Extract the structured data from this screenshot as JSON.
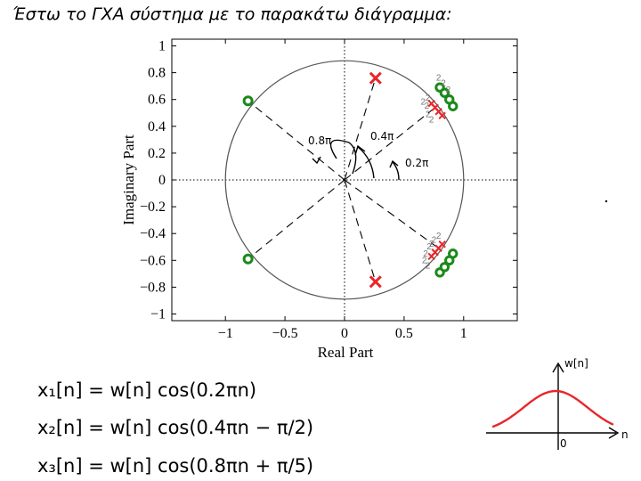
{
  "header_text": "Έστω το ΓΧΑ σύστημα με το παρακάτω διάγραμμα:",
  "pz_plot": {
    "xlabel": "Real Part",
    "ylabel": "Imaginary Part",
    "xlim": [
      -1.45,
      1.45
    ],
    "ylim": [
      -1.05,
      1.05
    ],
    "xticks": [
      -1,
      -0.5,
      0,
      0.5,
      1
    ],
    "xtick_labels": [
      "−1",
      "−0.5",
      "0",
      "0.5",
      "1"
    ],
    "yticks": [
      1,
      0.8,
      0.6,
      0.4,
      0.2,
      0,
      -0.2,
      -0.4,
      -0.6,
      -0.8,
      -1
    ],
    "ytick_labels": [
      "1",
      "0.8",
      "0.6",
      "0.4",
      "0.2",
      "0",
      "−0.2",
      "−0.4",
      "−0.6",
      "−0.8",
      "−1"
    ],
    "zeros": [
      {
        "re": -0.81,
        "im": 0.59
      },
      {
        "re": -0.81,
        "im": -0.59
      },
      {
        "re": 0.8,
        "im": 0.69
      },
      {
        "re": 0.84,
        "im": 0.65
      },
      {
        "re": 0.88,
        "im": 0.6
      },
      {
        "re": 0.91,
        "im": 0.55
      },
      {
        "re": 0.8,
        "im": -0.69
      },
      {
        "re": 0.84,
        "im": -0.65
      },
      {
        "re": 0.88,
        "im": -0.6
      },
      {
        "re": 0.91,
        "im": -0.55
      }
    ],
    "poles": [
      {
        "re": 0.26,
        "im": 0.76
      },
      {
        "re": 0.26,
        "im": -0.76
      },
      {
        "re": 0.73,
        "im": 0.57
      },
      {
        "re": 0.76,
        "im": 0.54
      },
      {
        "re": 0.79,
        "im": 0.51
      },
      {
        "re": 0.82,
        "im": 0.48
      },
      {
        "re": 0.73,
        "im": -0.57
      },
      {
        "re": 0.76,
        "im": -0.54
      },
      {
        "re": 0.79,
        "im": -0.51
      },
      {
        "re": 0.82,
        "im": -0.48
      }
    ],
    "multiplicity_label": "2",
    "angle_labels": [
      "0.8π",
      "0.4π",
      "0.2π"
    ],
    "colors": {
      "zero": "#1a8a1a",
      "pole": "#e8262a"
    }
  },
  "equations": [
    "x₁[n] = w[n] cos(0.2πn)",
    "x₂[n] = w[n] cos(0.4πn − π/2)",
    "x₃[n] = w[n] cos(0.8πn + π/5)"
  ],
  "window_plot": {
    "title": "w[n]",
    "xaxis_label": "n",
    "origin_label": "0",
    "curve_color": "#e8262a"
  }
}
